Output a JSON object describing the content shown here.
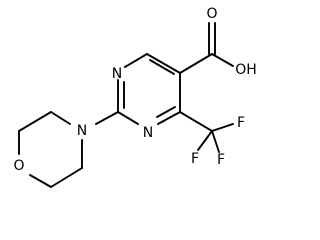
{
  "molecule": {
    "atoms": {
      "n_top": "N",
      "n_bottom": "N",
      "n_morpholine": "N",
      "o_morpholine": "O",
      "cooh": "OH",
      "carbonyl_o": "O",
      "f_right": "F",
      "f_left": "F",
      "f_bottom": "F"
    }
  }
}
